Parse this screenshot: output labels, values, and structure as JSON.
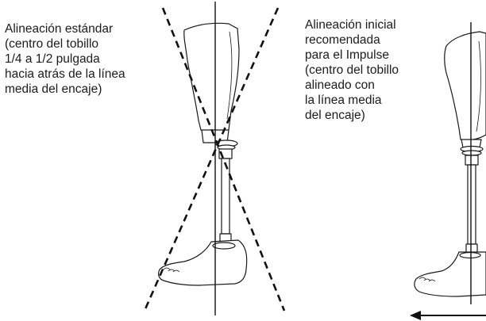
{
  "figure": {
    "left_caption": "Alineación estándar\n(centro del tobillo\n1/4 a 1/2 pulgada\nhacia atrás de la línea\nmedia del encaje)",
    "right_caption": "Alineación inicial\nrecomendada\npara el Impulse\n(centro del tobillo\nalineado con\nla línea media\ndel encaje)"
  },
  "icons": {
    "left_prosthesis": "prosthetic-leg-drawing",
    "right_prosthesis": "prosthetic-leg-drawing",
    "arrow": "left-arrow"
  },
  "colors": {
    "line": "#111111",
    "fill": "#ffffff"
  }
}
